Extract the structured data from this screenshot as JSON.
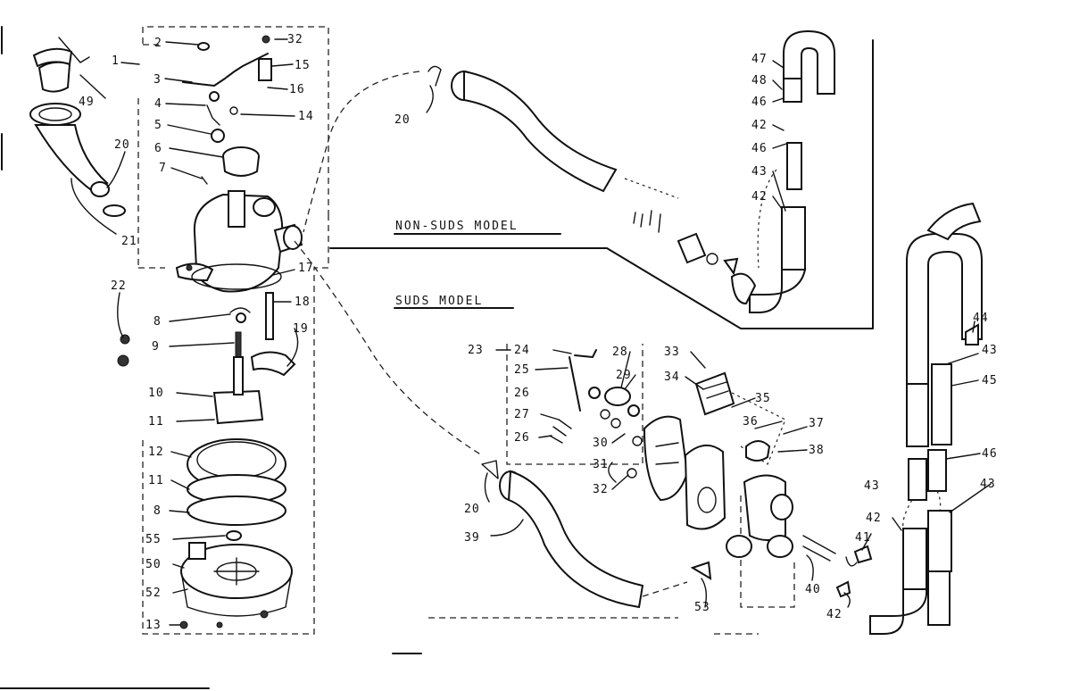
{
  "diagram": {
    "models": {
      "non_suds": "NON-SUDS MODEL",
      "suds": "SUDS MODEL"
    },
    "labels": {
      "l1": "1",
      "l2": "2",
      "l3": "3",
      "l4": "4",
      "l5": "5",
      "l6": "6",
      "l7": "7",
      "l8a": "8",
      "l8b": "8",
      "l9": "9",
      "l10": "10",
      "l11a": "11",
      "l11b": "11",
      "l12": "12",
      "l13": "13",
      "l14": "14",
      "l15": "15",
      "l16": "16",
      "l17": "17",
      "l18": "18",
      "l19": "19",
      "l20a": "20",
      "l20b": "20",
      "l20c": "20",
      "l21": "21",
      "l22": "22",
      "l23": "23",
      "l24": "24",
      "l25": "25",
      "l26a": "26",
      "l26b": "26",
      "l27": "27",
      "l28": "28",
      "l29": "29",
      "l30": "30",
      "l31": "31",
      "l32a": "32",
      "l32b": "32",
      "l33": "33",
      "l34": "34",
      "l35": "35",
      "l36": "36",
      "l37": "37",
      "l38": "38",
      "l39": "39",
      "l40": "40",
      "l41": "41",
      "l42a": "42",
      "l42b": "42",
      "l42c": "42",
      "l42d": "42",
      "l43a": "43",
      "l43b": "43",
      "l43c": "43",
      "l43d": "43",
      "l44": "44",
      "l45": "45",
      "l46a": "46",
      "l46b": "46",
      "l46c": "46",
      "l47": "47",
      "l48": "48",
      "l49": "49",
      "l50": "50",
      "l52": "52",
      "l53": "53",
      "l55": "55"
    }
  }
}
